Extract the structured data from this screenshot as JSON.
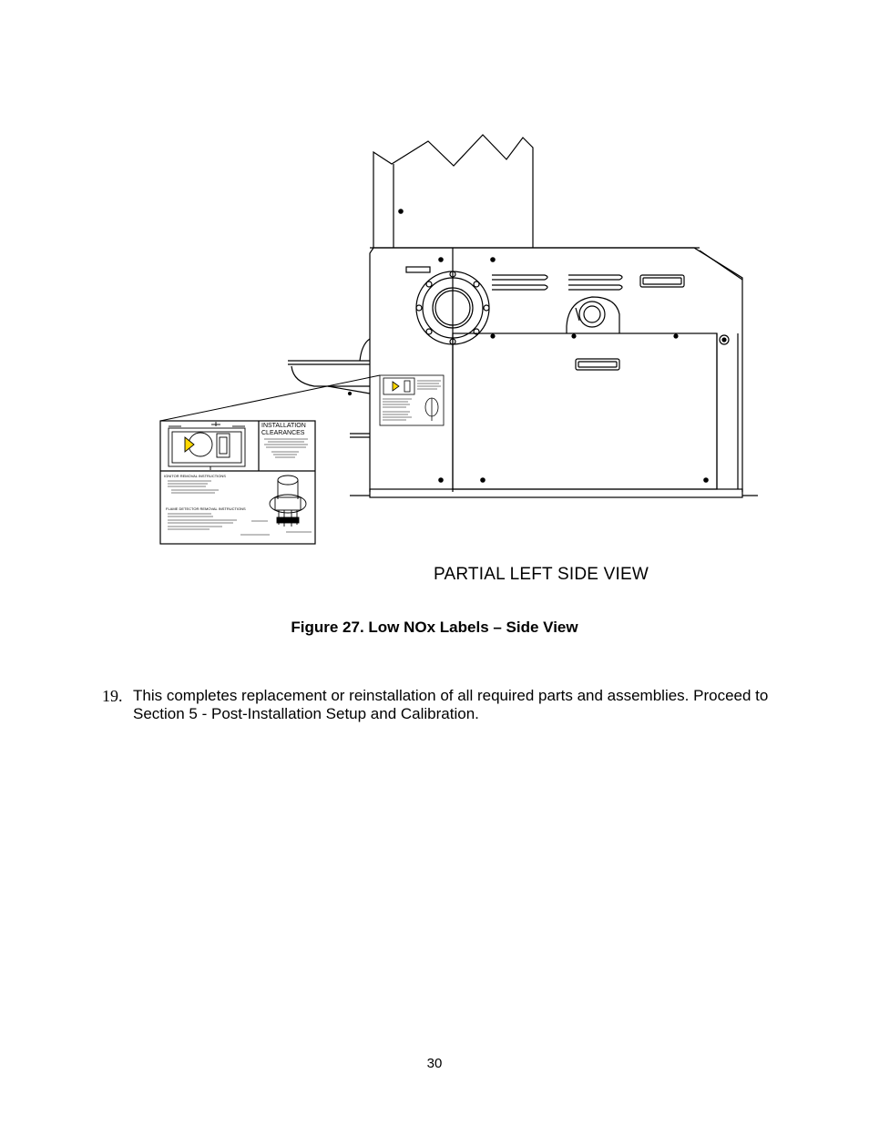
{
  "figure": {
    "view_title": "PARTIAL LEFT SIDE VIEW",
    "caption": "Figure 27.  Low NOx Labels – Side View",
    "label": {
      "heading_line1": "INSTALLATION",
      "heading_line2": "CLEARANCES",
      "ignitor_heading": "IGNITOR REMOVAL INSTRUCTIONS",
      "flame_heading": "FLAME DETECTOR REMOVAL INSTRUCTIONS"
    }
  },
  "step": {
    "number": "19.",
    "text": "This completes replacement or reinstallation of all required parts and assemblies.  Proceed to Section 5 - Post-Installation Setup and Calibration."
  },
  "page_number": "30"
}
